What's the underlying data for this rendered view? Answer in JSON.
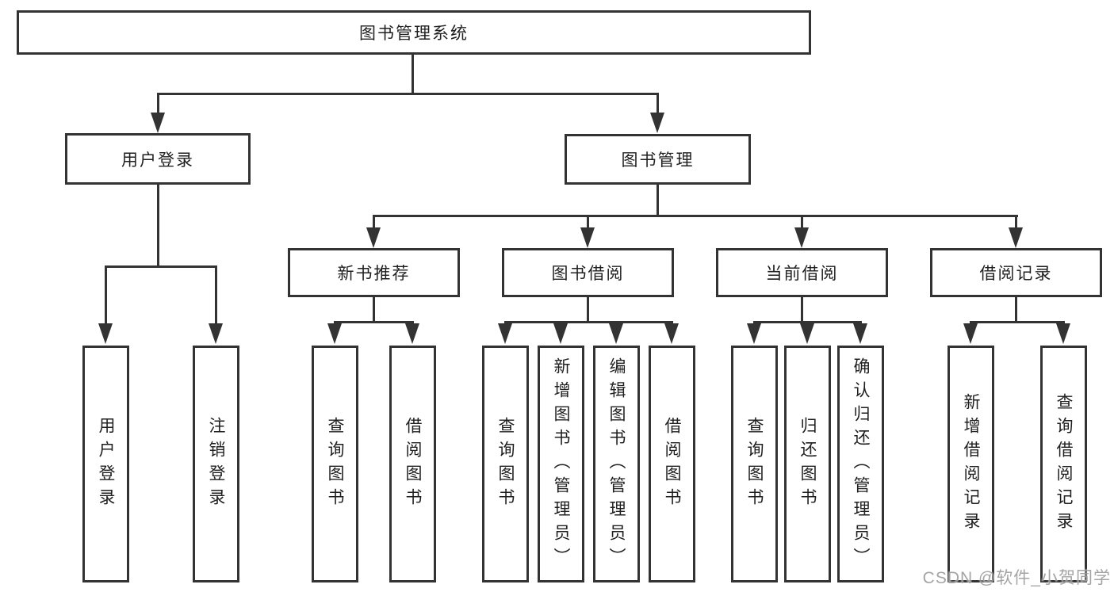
{
  "diagram": {
    "root": "图书管理系统",
    "level2": [
      "用户登录",
      "图书管理"
    ],
    "level3": [
      "新书推荐",
      "图书借阅",
      "当前借阅",
      "借阅记录"
    ],
    "leaves_user_login": [
      "用户登录",
      "注销登录"
    ],
    "leaves_new_books": [
      "查询图书",
      "借阅图书"
    ],
    "leaves_book_borrow": [
      "查询图书",
      "新增图书（管理员）",
      "编辑图书（管理员）",
      "借阅图书"
    ],
    "leaves_current_borrow": [
      "查询图书",
      "归还图书",
      "确认归还（管理员）"
    ],
    "leaves_borrow_records": [
      "新增借阅记录",
      "查询借阅记录"
    ]
  },
  "watermark": "CSDN @软件_小贺同学",
  "colors": {
    "line": "#333333",
    "text": "#1f1f1f",
    "watermark": "#949494"
  }
}
